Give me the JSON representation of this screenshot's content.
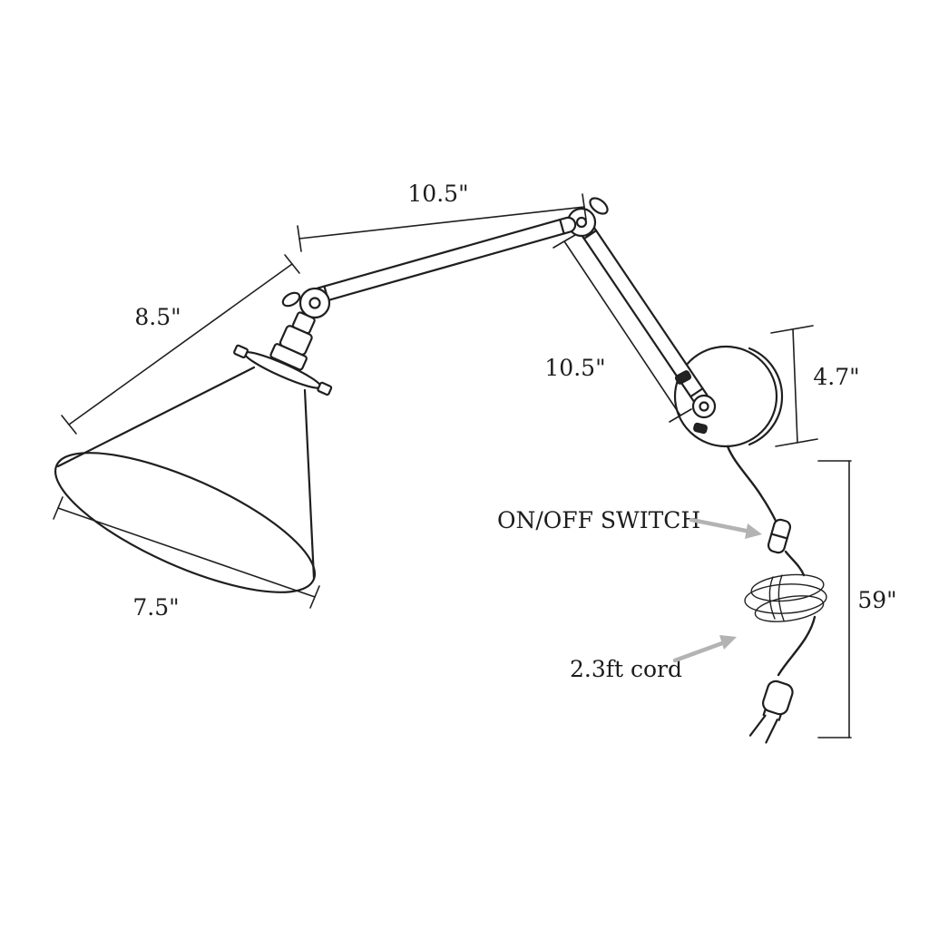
{
  "diagram": {
    "subject": "swing-arm wall lamp dimension drawing",
    "labels": {
      "upper_arm_length": "10.5\"",
      "lower_arm_length": "10.5\"",
      "shade_reach": "8.5\"",
      "shade_width": "7.5\"",
      "backplate_size": "4.7\"",
      "cord_total_length": "59\"",
      "switch_callout": "ON/OFF SWITCH",
      "cord_callout": "2.3ft cord"
    },
    "colors": {
      "line": "#1f1f1f",
      "arrow": "#b3b3b3",
      "background": "#ffffff"
    }
  }
}
